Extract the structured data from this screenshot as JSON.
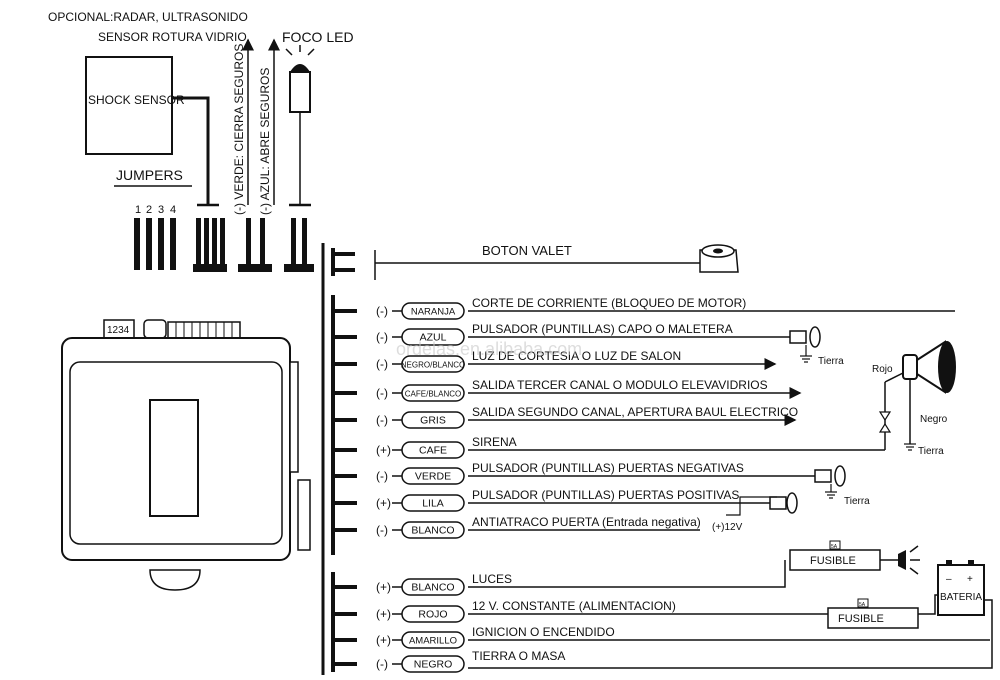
{
  "header": {
    "optional_line1": "OPCIONAL:RADAR, ULTRASONIDO",
    "optional_line2": "SENSOR ROTURA VIDRIO."
  },
  "shock_sensor": {
    "label": "SHOCK SENSOR"
  },
  "jumpers": {
    "label": "JUMPERS",
    "numbers": [
      "1",
      "2",
      "3",
      "4"
    ]
  },
  "lock_outputs": {
    "verde": "(-) VERDE: CIERRA SEGUROS",
    "azul": "(-) AZUL: ABRE SEGUROS"
  },
  "led": {
    "label": "FOCO LED"
  },
  "module": {
    "connector_numbers": "1234"
  },
  "valet": {
    "label": "BOTON  VALET"
  },
  "wires": [
    {
      "polarity": "(-)",
      "color": "NARANJA",
      "desc": "CORTE DE CORRIENTE (BLOQUEO DE MOTOR)"
    },
    {
      "polarity": "(-)",
      "color": "AZUL",
      "desc": "PULSADOR (PUNTILLAS) CAPO O MALETERA"
    },
    {
      "polarity": "(-)",
      "color": "NEGRO/BLANCO",
      "desc": "LUZ DE CORTESIA O LUZ DE SALON"
    },
    {
      "polarity": "(-)",
      "color": "CAFE/BLANCO",
      "desc": "SALIDA TERCER CANAL O MODULO ELEVAVIDRIOS"
    },
    {
      "polarity": "(-)",
      "color": "GRIS",
      "desc": "SALIDA SEGUNDO CANAL, APERTURA BAUL ELECTRICO"
    },
    {
      "polarity": "(+)",
      "color": "CAFE",
      "desc": "SIRENA"
    },
    {
      "polarity": "(-)",
      "color": "VERDE",
      "desc": "PULSADOR (PUNTILLAS) PUERTAS NEGATIVAS"
    },
    {
      "polarity": "(+)",
      "color": "LILA",
      "desc": "PULSADOR (PUNTILLAS) PUERTAS POSITIVAS"
    },
    {
      "polarity": "(-)",
      "color": "BLANCO",
      "desc": "ANTIATRACO PUERTA (Entrada negativa)"
    },
    {
      "polarity": "(+)",
      "color": "BLANCO",
      "desc": "LUCES"
    },
    {
      "polarity": "(+)",
      "color": "ROJO",
      "desc": "12 V. CONSTANTE (ALIMENTACION)"
    },
    {
      "polarity": "(+)",
      "color": "AMARILLO",
      "desc": "IGNICION O ENCENDIDO"
    },
    {
      "polarity": "(-)",
      "color": "NEGRO",
      "desc": "TIERRA O MASA"
    }
  ],
  "annotations": {
    "tierra": "Tierra",
    "rojo": "Rojo",
    "negro": "Negro",
    "plus12v": "(+)12V",
    "fusible": "FUSIBLE",
    "fuse_rating": "5A",
    "bateria": "BATERIA",
    "watermark": "ordelas.en.alibaba.com"
  }
}
